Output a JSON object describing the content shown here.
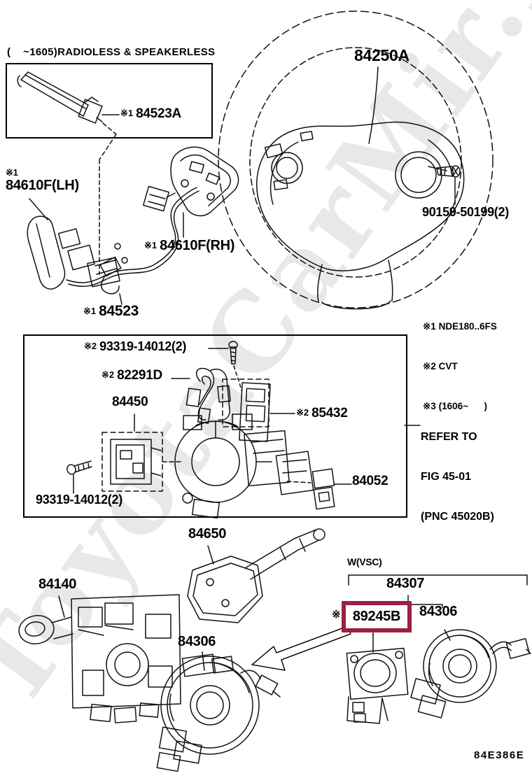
{
  "page": {
    "title_note": "(    ~1605)RADIOLESS & SPEAKERLESS",
    "diagram_code": "84E386E",
    "watermark": "ToyotaCarMir.ru",
    "highlight_color": "#9e2040"
  },
  "labels": {
    "p84523A": {
      "prefix": "※1",
      "number": "84523A"
    },
    "p84250A": {
      "number": "84250A"
    },
    "p84610F_LH": {
      "prefix": "※1",
      "number": "84610F(LH)"
    },
    "p84610F_RH": {
      "prefix": "※1",
      "number": "84610F(RH)"
    },
    "p84523": {
      "prefix": "※1",
      "number": "84523"
    },
    "p90159": {
      "number": "90159-50199(2)"
    },
    "p93319_top": {
      "prefix": "※2",
      "number": "93319-14012(2)"
    },
    "p82291D": {
      "prefix": "※2",
      "number": "82291D"
    },
    "p84450": {
      "number": "84450"
    },
    "p85432": {
      "prefix": "※2",
      "number": "85432"
    },
    "p84052": {
      "number": "84052"
    },
    "p93319_bottom": {
      "number": "93319-14012(2)"
    },
    "p84650": {
      "number": "84650"
    },
    "p84140": {
      "number": "84140"
    },
    "p84306_mid": {
      "number": "84306"
    },
    "w_vsc": "W(VSC)",
    "p84307": {
      "number": "84307"
    },
    "p89245B": {
      "prefix": "※",
      "number": "89245B"
    },
    "p84306_right": {
      "number": "84306"
    }
  },
  "notes": {
    "refer": [
      "REFER TO",
      "FIG 45-01",
      "(PNC 45020B)"
    ],
    "legend": [
      "※1 NDE180..6FS",
      "※2 CVT",
      "※3 (1606~      )"
    ]
  }
}
